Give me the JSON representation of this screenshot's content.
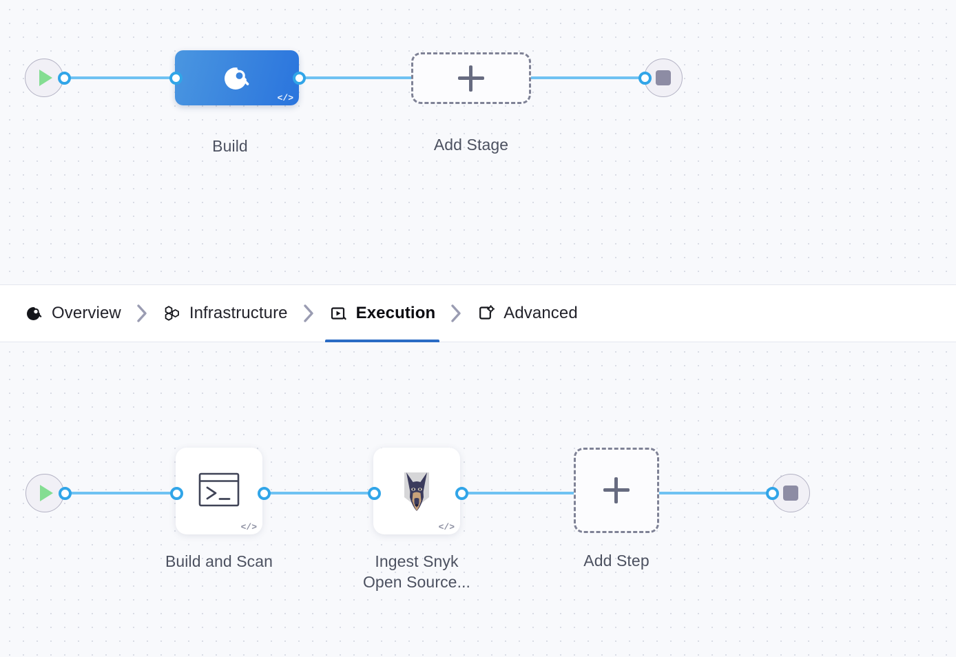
{
  "tabs": [
    {
      "id": "overview",
      "label": "Overview",
      "icon": "overview-search-icon",
      "active": false
    },
    {
      "id": "infrastructure",
      "label": "Infrastructure",
      "icon": "hexagons-icon",
      "active": false
    },
    {
      "id": "execution",
      "label": "Execution",
      "icon": "play-box-icon",
      "active": true
    },
    {
      "id": "advanced",
      "label": "Advanced",
      "icon": "document-gear-icon",
      "active": false
    }
  ],
  "tab_separator": "chevron-right-icon",
  "stage_row": {
    "start_node": {
      "name": "pipeline-start",
      "icon": "play-icon"
    },
    "end_node": {
      "name": "pipeline-end",
      "icon": "stop-icon"
    },
    "stages": [
      {
        "id": "build",
        "label": "Build",
        "icon": "security-scan-icon",
        "badge": "</>",
        "selected": true
      }
    ],
    "add_stage": {
      "label": "Add Stage",
      "icon": "plus-icon"
    }
  },
  "step_row": {
    "start_node": {
      "name": "execution-start",
      "icon": "play-icon"
    },
    "end_node": {
      "name": "execution-end",
      "icon": "stop-icon"
    },
    "steps": [
      {
        "id": "build-and-scan",
        "label": "Build and Scan",
        "icon": "terminal-icon",
        "badge": "</>"
      },
      {
        "id": "ingest-snyk",
        "label": "Ingest Snyk\nOpen Source...",
        "label_line1": "Ingest Snyk",
        "label_line2": "Open Source...",
        "icon": "snyk-doberman-icon",
        "badge": "</>"
      }
    ],
    "add_step": {
      "label": "Add Step",
      "icon": "plus-icon"
    }
  },
  "colors": {
    "accent_blue": "#2a6bc4",
    "edge_blue": "#6fc2f2",
    "port_blue": "#31a5e8",
    "stage_blue": "#2a74dd",
    "start_green": "#84dd92",
    "stop_gray": "#8d8ca4",
    "canvas_bg": "#f8f9fc",
    "label_text": "#4c5160"
  }
}
